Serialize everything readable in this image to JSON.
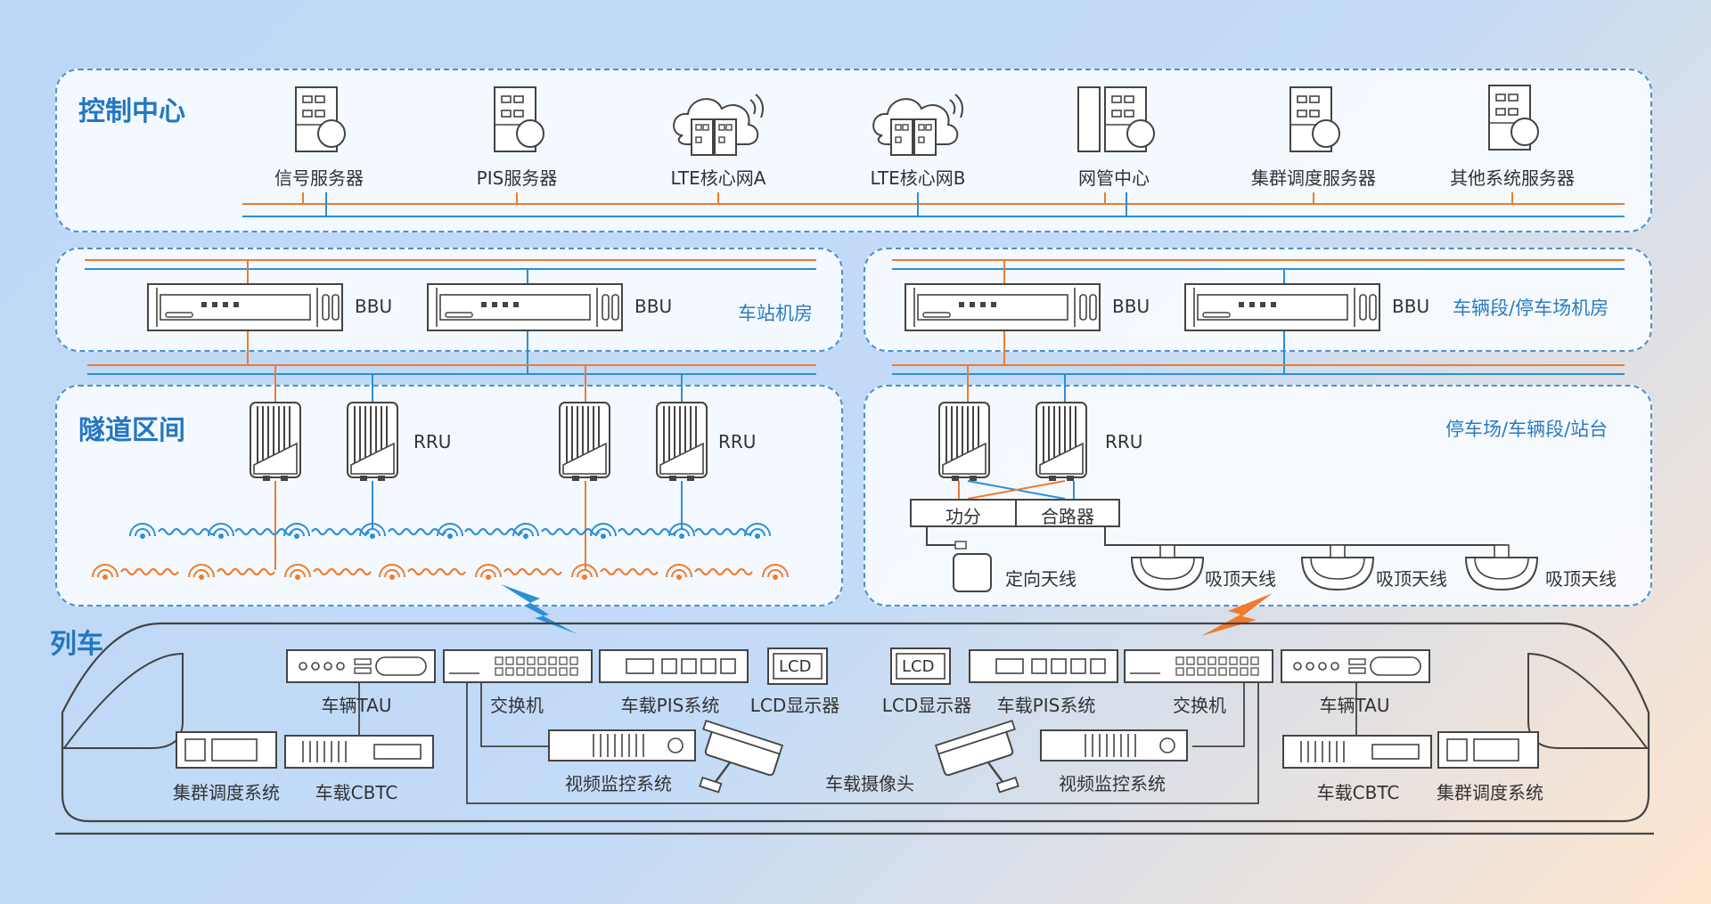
{
  "control_center": {
    "title": "控制中心",
    "servers": [
      "信号服务器",
      "PIS服务器",
      "LTE核心网A",
      "LTE核心网B",
      "网管中心",
      "集群调度服务器",
      "其他系统服务器"
    ]
  },
  "station_room": {
    "label": "车站机房",
    "bbu_labels": [
      "BBU",
      "BBU"
    ]
  },
  "depot_room": {
    "label": "车辆段/停车场机房",
    "bbu_labels": [
      "BBU",
      "BBU"
    ]
  },
  "tunnel": {
    "title": "隧道区间",
    "rru_labels": [
      "RRU",
      "RRU"
    ]
  },
  "depot_area": {
    "label": "停车场/车辆段/站台",
    "rru_label": "RRU",
    "splitter": "功分",
    "combiner": "合路器",
    "directional_antenna": "定向天线",
    "ceiling_antennas": [
      "吸顶天线",
      "吸顶天线",
      "吸顶天线"
    ]
  },
  "train": {
    "title": "列车",
    "left": {
      "tau": "车辆TAU",
      "switch": "交换机",
      "pis": "车载PIS系统",
      "lcd": "LCD显示器",
      "dispatch": "集群调度系统",
      "cbtc": "车载CBTC",
      "video": "视频监控系统"
    },
    "camera": "车载摄像头",
    "right": {
      "lcd": "LCD显示器",
      "pis": "车载PIS系统",
      "switch": "交换机",
      "tau": "车辆TAU",
      "video": "视频监控系统",
      "cbtc": "车载CBTC",
      "dispatch": "集群调度系统"
    }
  },
  "colors": {
    "orange": "#f07b2c",
    "blue": "#2c8fd6",
    "panel_border": "#4e8fd1",
    "title": "#2377c2"
  }
}
